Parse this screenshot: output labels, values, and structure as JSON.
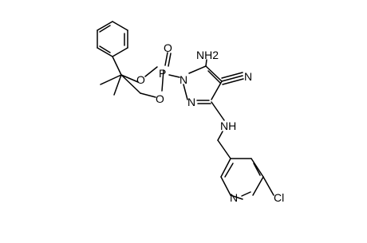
{
  "molecule": {
    "atoms": {
      "nh2": "NH2",
      "n1": "N",
      "n2": "N",
      "cn_n": "N",
      "p": "P",
      "o_double": "O",
      "o_ring1": "O",
      "o_ring2": "O",
      "nh": "NH",
      "pyridine_n": "N",
      "cl": "Cl"
    }
  }
}
